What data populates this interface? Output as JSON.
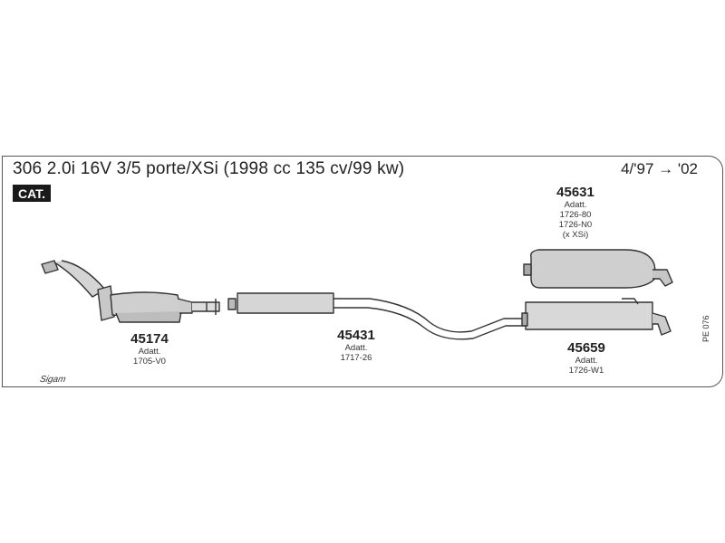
{
  "header": {
    "title": "306 2.0i 16V 3/5 porte/XSi (1998 cc 135 cv/99 kw)",
    "period": "4/'97 → '02",
    "badge": "CAT."
  },
  "parts": [
    {
      "number": "45174",
      "lines": [
        "Adatt.",
        "1705-V0"
      ]
    },
    {
      "number": "45431",
      "lines": [
        "Adatt.",
        "1717-26"
      ]
    },
    {
      "number": "45631",
      "lines": [
        "Adatt.",
        "1726-80",
        "1726-N0",
        "(x XSi)"
      ]
    },
    {
      "number": "45659",
      "lines": [
        "Adatt.",
        "1726-W1"
      ]
    }
  ],
  "drawing_code": "PE 076",
  "logo_text": "Sigam"
}
